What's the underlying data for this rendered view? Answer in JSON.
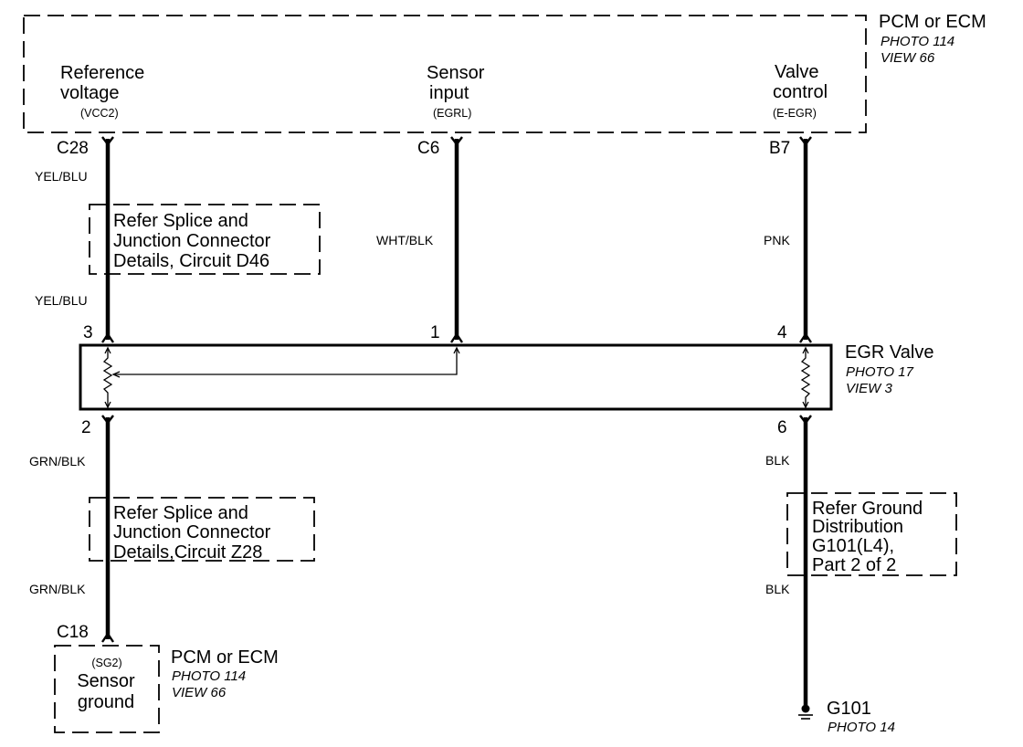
{
  "pcm_top": {
    "title": "PCM or ECM",
    "photo": "PHOTO 114",
    "view": "VIEW 66"
  },
  "pcm_terminals": {
    "reference": {
      "line1": "Reference",
      "line2": "voltage",
      "signal": "(VCC2)",
      "pin": "C28"
    },
    "sensor": {
      "line1": "Sensor",
      "line2": "input",
      "signal": "(EGRL)",
      "pin": "C6"
    },
    "valve": {
      "line1": "Valve",
      "line2": "control",
      "signal": "(E-EGR)",
      "pin": "B7"
    }
  },
  "wire_colors": {
    "reference_upper": "YEL/BLU",
    "reference_lower": "YEL/BLU",
    "sensor_input": "WHT/BLK",
    "valve_control": "PNK",
    "sensor_ground_upper": "GRN/BLK",
    "sensor_ground_lower": "GRN/BLK",
    "valve_ground_upper": "BLK",
    "valve_ground_lower": "BLK"
  },
  "splice_d46": {
    "lines": [
      "Refer Splice and",
      "Junction Connector",
      "Details, Circuit D46"
    ]
  },
  "egr_valve": {
    "title": "EGR Valve",
    "photo": "PHOTO 17",
    "view": "VIEW 3",
    "pins": {
      "reference": "3",
      "sensor": "1",
      "valve": "4",
      "sensor_ground": "2",
      "valve_ground": "6"
    }
  },
  "splice_z28": {
    "lines": [
      "Refer Splice and",
      "Junction Connector",
      "Details,Circuit Z28"
    ]
  },
  "ground_ref": {
    "lines": [
      "Refer Ground",
      "Distribution",
      "G101(L4),",
      "Part 2 of 2"
    ]
  },
  "pcm_bottom": {
    "pin": "C18",
    "signal": "(SG2)",
    "line1": "Sensor",
    "line2": "ground",
    "title": "PCM or ECM",
    "photo": "PHOTO 114",
    "view": "VIEW 66"
  },
  "ground": {
    "name": "G101",
    "photo": "PHOTO 14",
    "icon": "ground-icon"
  },
  "colors": {
    "ink": "#000000",
    "background": "#ffffff"
  }
}
